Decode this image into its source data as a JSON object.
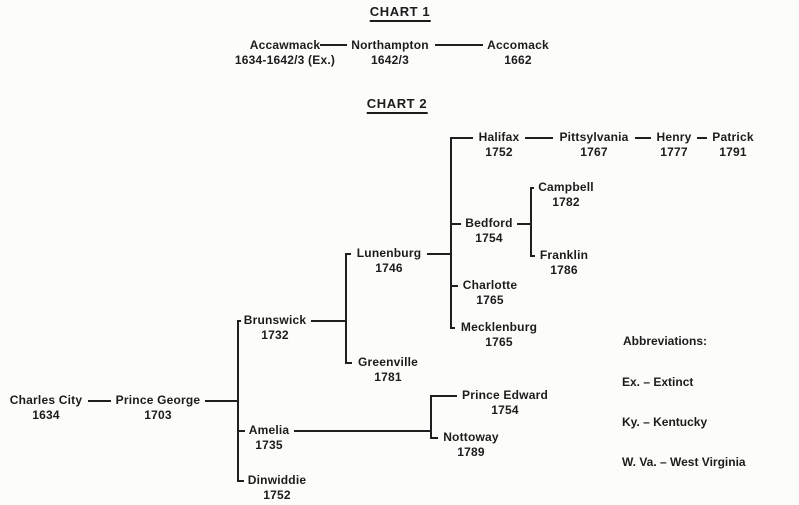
{
  "titles": {
    "chart1": "CHART 1",
    "chart2": "CHART 2"
  },
  "chart1": {
    "nodes": {
      "accawmack": {
        "name": "Accawmack",
        "year": "1634-1642/3 (Ex.)"
      },
      "northampton": {
        "name": "Northampton",
        "year": "1642/3"
      },
      "accomack": {
        "name": "Accomack",
        "year": "1662"
      }
    }
  },
  "chart2": {
    "nodes": {
      "charles_city": {
        "name": "Charles City",
        "year": "1634"
      },
      "prince_george": {
        "name": "Prince George",
        "year": "1703"
      },
      "brunswick": {
        "name": "Brunswick",
        "year": "1732"
      },
      "amelia": {
        "name": "Amelia",
        "year": "1735"
      },
      "dinwiddie": {
        "name": "Dinwiddie",
        "year": "1752"
      },
      "lunenburg": {
        "name": "Lunenburg",
        "year": "1746"
      },
      "greenville": {
        "name": "Greenville",
        "year": "1781"
      },
      "halifax": {
        "name": "Halifax",
        "year": "1752"
      },
      "pittsylvania": {
        "name": "Pittsylvania",
        "year": "1767"
      },
      "henry": {
        "name": "Henry",
        "year": "1777"
      },
      "patrick": {
        "name": "Patrick",
        "year": "1791"
      },
      "campbell": {
        "name": "Campbell",
        "year": "1782"
      },
      "bedford": {
        "name": "Bedford",
        "year": "1754"
      },
      "franklin": {
        "name": "Franklin",
        "year": "1786"
      },
      "charlotte": {
        "name": "Charlotte",
        "year": "1765"
      },
      "mecklenburg": {
        "name": "Mecklenburg",
        "year": "1765"
      },
      "prince_edward": {
        "name": "Prince Edward",
        "year": "1754"
      },
      "nottoway": {
        "name": "Nottoway",
        "year": "1789"
      }
    }
  },
  "abbreviations": {
    "title": "Abbreviations:",
    "items": [
      "Ex. – Extinct",
      "Ky. – Kentucky",
      "W. Va. – West Virginia"
    ]
  },
  "colors": {
    "background": "#fcfcfa",
    "ink": "#1c1c1c"
  }
}
